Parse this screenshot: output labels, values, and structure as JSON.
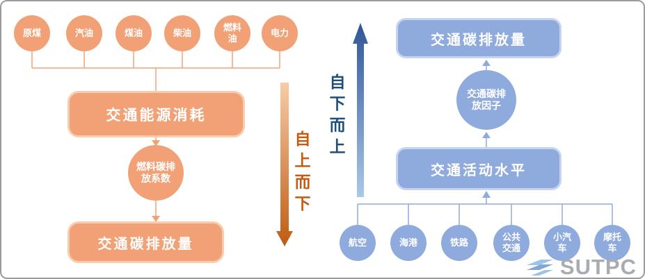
{
  "left_flow": {
    "direction_label": "自上而下",
    "sources": [
      "原煤",
      "汽油",
      "煤油",
      "柴油",
      "燃料油",
      "电力"
    ],
    "consumption_box": "交通能源消耗",
    "factor_circle": "燃料碳排放系数",
    "result_box": "交通碳排放量"
  },
  "right_flow": {
    "direction_label": "自下而上",
    "result_box": "交通碳排放量",
    "factor_circle": "交通碳排放因子",
    "activity_box": "交通活动水平",
    "modes": [
      "航空",
      "海港",
      "铁路",
      "公共交通",
      "小汽车",
      "摩托车"
    ]
  },
  "watermark": {
    "text": "SUTPC"
  },
  "colors": {
    "orange_fill": "#F2A176",
    "orange_dark": "#BF5B12",
    "label_orange": "#C55A11",
    "blue_fill": "#8FAADC",
    "blue_dark": "#2F5597",
    "label_blue": "#1F4E79",
    "logo_gray": "#A7ACB2",
    "logo_blue": "#9DC3E6"
  }
}
